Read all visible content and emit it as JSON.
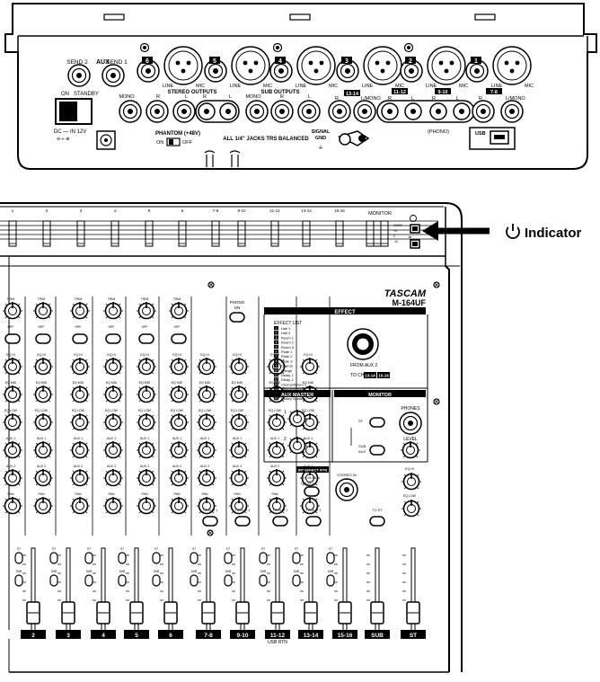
{
  "rear_panel": {
    "aux": {
      "title": "AUX",
      "send2": "SEND 2",
      "send1": "SEND 1"
    },
    "inputs": [
      {
        "num": "6",
        "line": "LINE",
        "mic": "MIC"
      },
      {
        "num": "5",
        "line": "LINE",
        "mic": "MIC"
      },
      {
        "num": "4",
        "line": "LINE",
        "mic": "MIC"
      },
      {
        "num": "3",
        "line": "LINE",
        "mic": "MIC"
      },
      {
        "num": "2",
        "line": "LINE",
        "mic": "MIC"
      },
      {
        "num": "1",
        "line": "LINE",
        "mic": "MIC"
      }
    ],
    "power": {
      "on": "ON",
      "standby": "STANDBY"
    },
    "stereo_outputs": {
      "title": "STEREO OUTPUTS",
      "mono": "MONO",
      "r": "R",
      "l": "L"
    },
    "sub_outputs": {
      "title": "SUB OUTPUTS",
      "mono": "MONO",
      "r": "R",
      "l": "L"
    },
    "jacks": [
      {
        "num": "13-14",
        "r": "R",
        "l": "L/MONO"
      },
      {
        "num": "11-12",
        "r": "R",
        "l": "L"
      },
      {
        "num": "9-10",
        "r": "R",
        "l": "L"
      },
      {
        "num": "7-8",
        "r": "R",
        "l": "L/MONO"
      }
    ],
    "dc_in": "DC — IN 12V",
    "phantom": {
      "title": "PHANTOM (+48V)",
      "on": "ON",
      "off": "OFF"
    },
    "balanced": "ALL 1/4\" JACKS TRS BALANCED",
    "signal_gnd": [
      "SIGNAL",
      "GND"
    ],
    "phono": "(PHONO)",
    "usb": "USB"
  },
  "top_panel": {
    "meter_labels": [
      "1",
      "2",
      "3",
      "4",
      "5",
      "6",
      "7-8",
      "9-10",
      "11-12",
      "13-14",
      "15-16"
    ],
    "monitor": "MONITOR",
    "indicator_callout": "Indicator",
    "brand": "TASCAM",
    "model": "M-164UF",
    "effect": {
      "title": "EFFECT",
      "list_title": "EFFECT LIST",
      "list": [
        "Hall 1",
        "Hall 2",
        "Room 1",
        "Room 2",
        "Room 3",
        "Plate 1",
        "Plate 2",
        "Plate 3",
        "Chorus",
        "Flange",
        "Delay 1",
        "Delay 2",
        "Chorus/Room 1",
        "Chorus/Room 2",
        "Vocal Cancel",
        "Rotary Speaker"
      ],
      "from_aux": "FROM AUX 2",
      "to_ch": "TO CH",
      "to_ch_a": "13-14",
      "to_ch_b": "15-16"
    },
    "aux_master": {
      "title": "AUX MASTER",
      "k1": "1",
      "k2": "2"
    },
    "monitor_section": {
      "title": "MONITOR",
      "phones": "PHONES",
      "level": "LEVEL",
      "st": "ST",
      "sub": "SUB",
      "aux": "AUX"
    },
    "int_effect": "INT EFFECT RTN",
    "int_ch_a": "CH 15-16",
    "int_ch_b": "CH 13-14",
    "stereo_in": "STEREO IN",
    "phono_on": [
      "PHONO",
      "ON"
    ],
    "strip_knobs": [
      "TRIM",
      "HPF",
      "EQ HI",
      "EQ MID",
      "EQ LOW",
      "AUX 1",
      "AUX 2",
      "PAN"
    ],
    "to_aux": "TO AUX 1",
    "to_st": "TO ST",
    "st_label": "ST",
    "sub_label": "SUB",
    "fader_labels": [
      "2",
      "3",
      "4",
      "5",
      "6",
      "7-8",
      "9-10",
      "11-12",
      "13-14",
      "15-16",
      "SUB",
      "ST"
    ],
    "usb_rtn": "USB RTN"
  }
}
